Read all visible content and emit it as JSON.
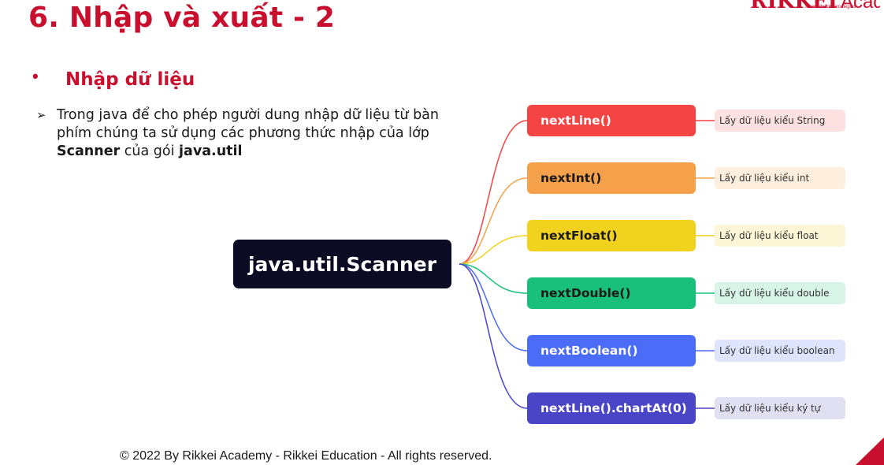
{
  "slide": {
    "title": "6. Nhập và xuất - 2",
    "logo": {
      "brand": "RIKKEI",
      "word": "Academy",
      "tagline": "where the dream begins"
    },
    "section": {
      "heading": "Nhập dữ liệu"
    },
    "paragraph": {
      "part1": "Trong java để cho phép người dung nhập dữ liệu từ bàn phím chúng ta sử dụng các phương thức nhập của lớp ",
      "class_name": "Scanner",
      "part2": " của gói ",
      "package_name": "java.util"
    },
    "footer": "© 2022 By Rikkei Academy - Rikkei Education - All rights reserved."
  },
  "mindmap": {
    "root": "java.util.Scanner",
    "branches": [
      {
        "method": "nextLine()",
        "description": "Lấy dữ liệu kiểu String",
        "color": "#f44444",
        "desc_bg": "#fde1e1",
        "text_color": "#ffffff"
      },
      {
        "method": "nextInt()",
        "description": "Lấy dữ liệu kiểu int",
        "color": "#f5a04a",
        "desc_bg": "#fdeedd",
        "text_color": "#1a1a1a"
      },
      {
        "method": "nextFloat()",
        "description": "Lấy dữ liệu kiểu float",
        "color": "#f0d21f",
        "desc_bg": "#fdf6d6",
        "text_color": "#1a1a1a"
      },
      {
        "method": "nextDouble()",
        "description": "Lấy dữ liệu kiểu double",
        "color": "#19c07b",
        "desc_bg": "#d7f4e7",
        "text_color": "#1a1a1a"
      },
      {
        "method": "nextBoolean()",
        "description": "Lấy dữ liệu kiểu boolean",
        "color": "#4a6cf7",
        "desc_bg": "#dde4fb",
        "text_color": "#ffffff"
      },
      {
        "method": "nextLine().chartAt(0)",
        "description": "Lấy dữ liệu kiểu ký tự",
        "color": "#4a45c6",
        "desc_bg": "#e0e0f2",
        "text_color": "#ffffff"
      }
    ]
  }
}
